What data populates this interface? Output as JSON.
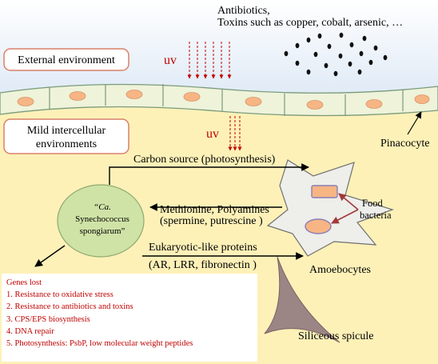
{
  "top": {
    "antibiotics": "Antibiotics,",
    "toxins": "Toxins such as copper, cobalt, arsenic, …"
  },
  "external_label": "External environment",
  "uv_label": "uv",
  "intercellular_label_line1": "Mild intercellular",
  "intercellular_label_line2": "environments",
  "pinacocyte_label": "Pinacocyte",
  "carbon_label": "Carbon source (photosynthesis)",
  "methionine_line1": "Methionine, Polyamines",
  "methionine_line2": "(spermine, putrescine )",
  "eukaryotic_line1": "Eukaryotic-like proteins",
  "eukaryotic_line2": "(AR, LRR, fibronectin )",
  "bacterium": {
    "line1": "“Ca.",
    "line2": "Synechococcus",
    "line3": "spongiarum”"
  },
  "food_bacteria_line1": "Food",
  "food_bacteria_line2": "bacteria",
  "amoebocytes_label": "Amoebocytes",
  "spicule_label": "Siliceous spicule",
  "genes": {
    "title": "Genes lost",
    "items": [
      "1. Resistance to oxidative stress",
      "2. Resistance to antibiotics and toxins",
      "3. CPS/EPS biosynthesis",
      "4. DNA repair",
      "5. Photosynthesis: PsbP, low molecular weight peptides"
    ]
  },
  "colors": {
    "sky": "#e9f1f9",
    "tissue": "#fdf1b8",
    "cell_fill": "#eef3da",
    "nucleus": "#f7b584",
    "amoebocyte": "#eeeeea",
    "bacterium": "#cfe3a6",
    "accent_red": "#c00000",
    "box_border": "#d9806a"
  }
}
